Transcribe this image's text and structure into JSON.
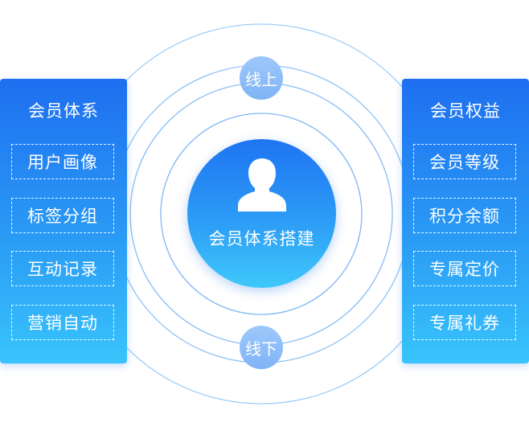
{
  "left_panel": {
    "title": "会员体系",
    "items": [
      "用户画像",
      "标签分组",
      "互动记录",
      "营销自动"
    ]
  },
  "right_panel": {
    "title": "会员权益",
    "items": [
      "会员等级",
      "积分余额",
      "专属定价",
      "专属礼券"
    ]
  },
  "center": {
    "label": "会员体系搭建",
    "icon": "user-icon"
  },
  "badges": {
    "top": "线上",
    "bottom": "线下"
  },
  "colors": {
    "primary": "#1e6ff0",
    "gradient_end": "#38c4fb",
    "badge": "#8dbdf9",
    "ring": "#8ec3f7"
  }
}
